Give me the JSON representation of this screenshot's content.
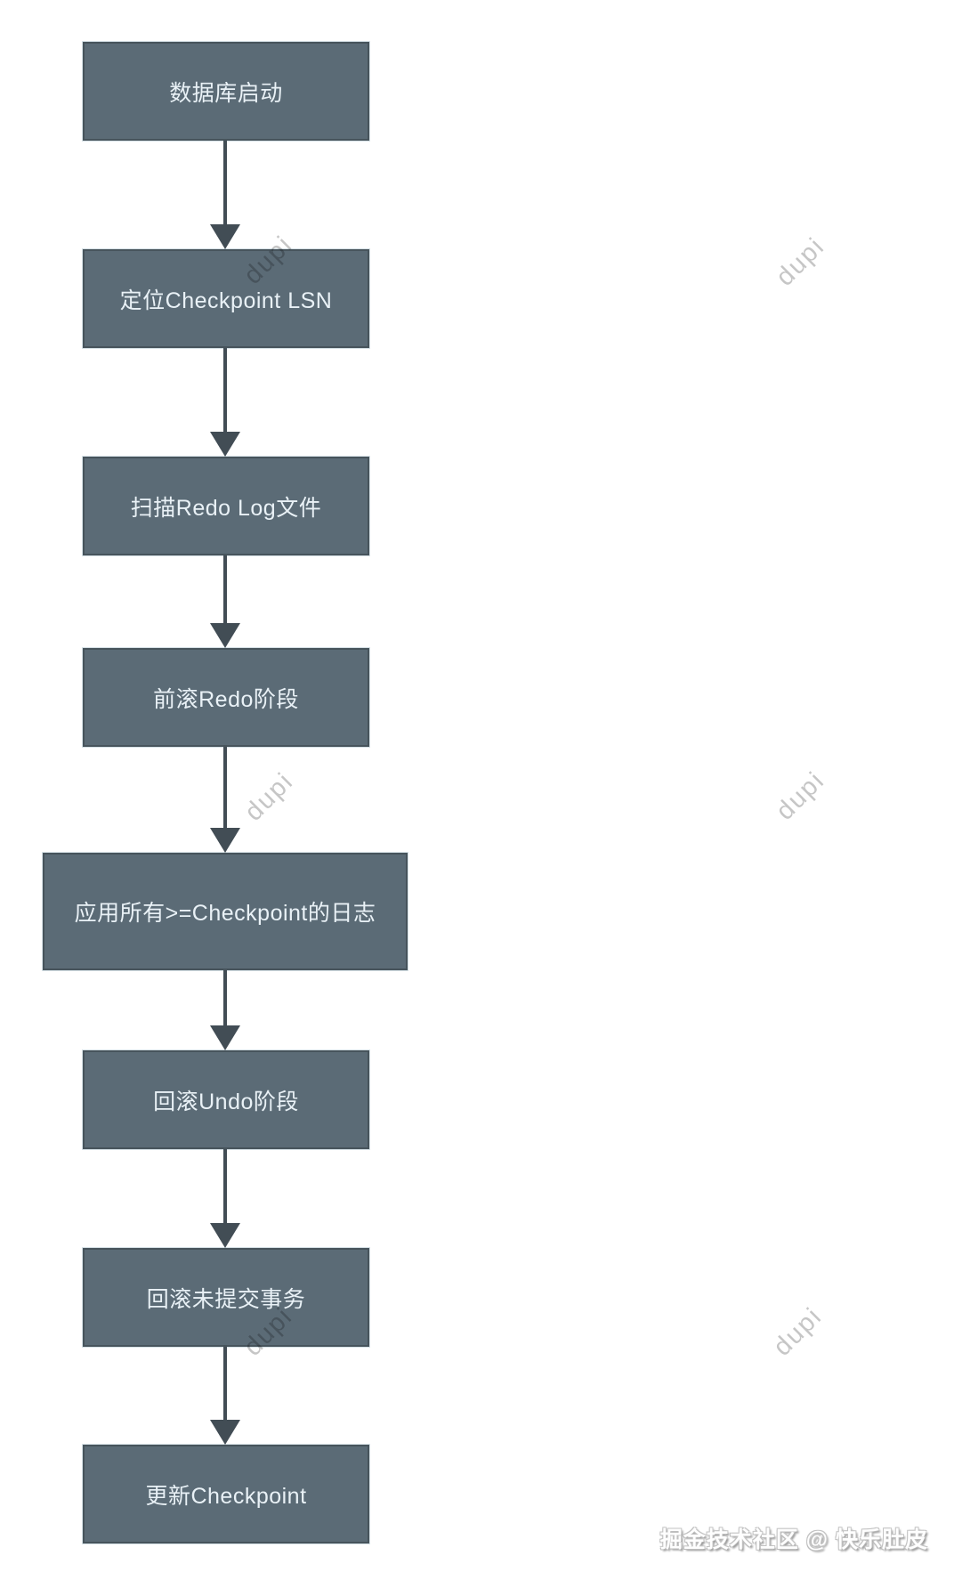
{
  "diagram": {
    "type": "flowchart",
    "direction": "top-down",
    "nodes": [
      {
        "id": "db-start",
        "label": "数据库启动"
      },
      {
        "id": "locate-checkpoint-lsn",
        "label": "定位Checkpoint LSN"
      },
      {
        "id": "scan-redo-log",
        "label": "扫描Redo Log文件"
      },
      {
        "id": "redo-roll-forward",
        "label": "前滚Redo阶段"
      },
      {
        "id": "apply-logs",
        "label": "应用所有>=Checkpoint的日志"
      },
      {
        "id": "undo-rollback",
        "label": "回滚Undo阶段"
      },
      {
        "id": "rollback-uncommitted",
        "label": "回滚未提交事务"
      },
      {
        "id": "update-checkpoint",
        "label": "更新Checkpoint"
      }
    ],
    "edges": [
      {
        "from": "db-start",
        "to": "locate-checkpoint-lsn"
      },
      {
        "from": "locate-checkpoint-lsn",
        "to": "scan-redo-log"
      },
      {
        "from": "scan-redo-log",
        "to": "redo-roll-forward"
      },
      {
        "from": "redo-roll-forward",
        "to": "apply-logs"
      },
      {
        "from": "apply-logs",
        "to": "undo-rollback"
      },
      {
        "from": "undo-rollback",
        "to": "rollback-uncommitted"
      },
      {
        "from": "rollback-uncommitted",
        "to": "update-checkpoint"
      }
    ]
  },
  "watermark": {
    "text": "dupi"
  },
  "footer": {
    "credit": "掘金技术社区 @ 快乐肚皮"
  },
  "colors": {
    "background": "#ffffff",
    "node_fill": "#5b6b76",
    "node_border": "#47545c",
    "node_text": "#e9f1f6",
    "arrow": "#424d55",
    "watermark": "#c6c6c6",
    "credit_text": "#fefefe"
  }
}
